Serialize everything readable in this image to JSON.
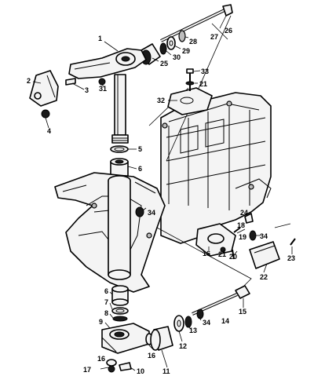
{
  "callouts": [
    {
      "id": "c1",
      "text": "1"
    },
    {
      "id": "c2",
      "text": "2"
    },
    {
      "id": "c3",
      "text": "3"
    },
    {
      "id": "c4",
      "text": "4"
    },
    {
      "id": "c5",
      "text": "5"
    },
    {
      "id": "c6a",
      "text": "6"
    },
    {
      "id": "c6b",
      "text": "6"
    },
    {
      "id": "c7",
      "text": "7"
    },
    {
      "id": "c8",
      "text": "8"
    },
    {
      "id": "c9",
      "text": "9"
    },
    {
      "id": "c10",
      "text": "10"
    },
    {
      "id": "c11",
      "text": "11"
    },
    {
      "id": "c12",
      "text": "12"
    },
    {
      "id": "c13",
      "text": "13"
    },
    {
      "id": "c14",
      "text": "14"
    },
    {
      "id": "c15",
      "text": "15"
    },
    {
      "id": "c16a",
      "text": "16"
    },
    {
      "id": "c16b",
      "text": "16"
    },
    {
      "id": "c16c",
      "text": "16"
    },
    {
      "id": "c17",
      "text": "17"
    },
    {
      "id": "c18",
      "text": "18"
    },
    {
      "id": "c19",
      "text": "19"
    },
    {
      "id": "c20",
      "text": "20"
    },
    {
      "id": "c21a",
      "text": "21"
    },
    {
      "id": "c21b",
      "text": "21"
    },
    {
      "id": "c22",
      "text": "22"
    },
    {
      "id": "c23",
      "text": "23"
    },
    {
      "id": "c24",
      "text": "24"
    },
    {
      "id": "c25",
      "text": "25"
    },
    {
      "id": "c26",
      "text": "26"
    },
    {
      "id": "c27",
      "text": "27"
    },
    {
      "id": "c28",
      "text": "28"
    },
    {
      "id": "c29",
      "text": "29"
    },
    {
      "id": "c30",
      "text": "30"
    },
    {
      "id": "c31",
      "text": "31"
    },
    {
      "id": "c32",
      "text": "32"
    },
    {
      "id": "c33",
      "text": "33"
    },
    {
      "id": "c34a",
      "text": "34"
    },
    {
      "id": "c34b",
      "text": "34"
    },
    {
      "id": "c34c",
      "text": "34"
    }
  ]
}
